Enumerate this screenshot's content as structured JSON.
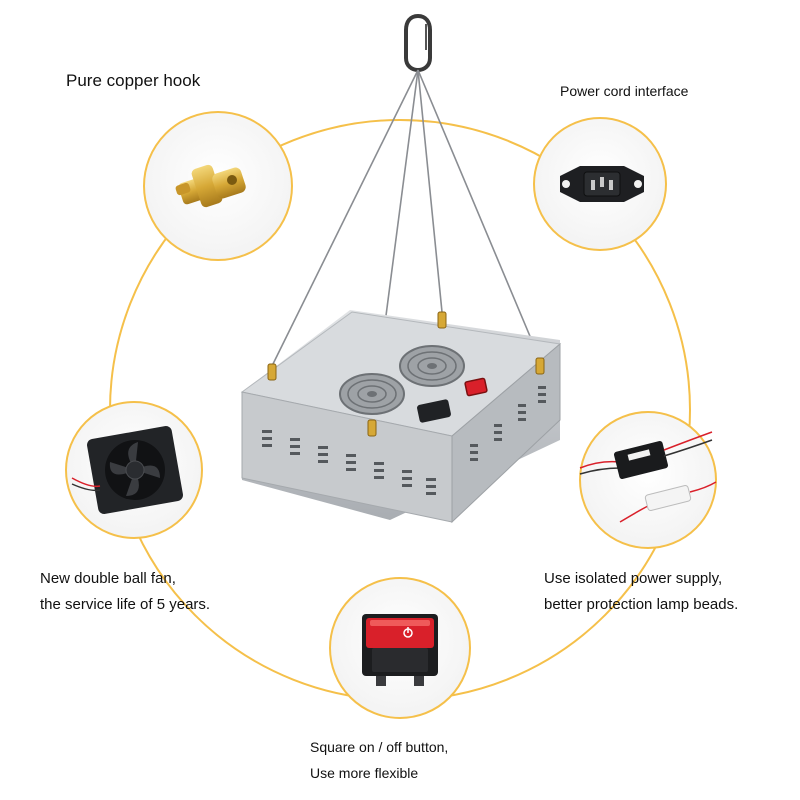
{
  "callouts": {
    "copper_hook": {
      "label": "Pure copper hook"
    },
    "power_cord": {
      "label": "Power cord interface"
    },
    "fan": {
      "line1": "New double ball fan,",
      "line2": "the service life of 5 years."
    },
    "power_supply": {
      "line1": "Use isolated power supply,",
      "line2": "better protection lamp beads."
    },
    "switch": {
      "line1": "Square on / off button,",
      "line2": "Use more flexible"
    }
  },
  "colors": {
    "ring": "#f5c04a",
    "panel": "#c9ccd0",
    "wire": "#8a8d92",
    "brass": "#d4a838",
    "switch_red": "#d9202a"
  }
}
